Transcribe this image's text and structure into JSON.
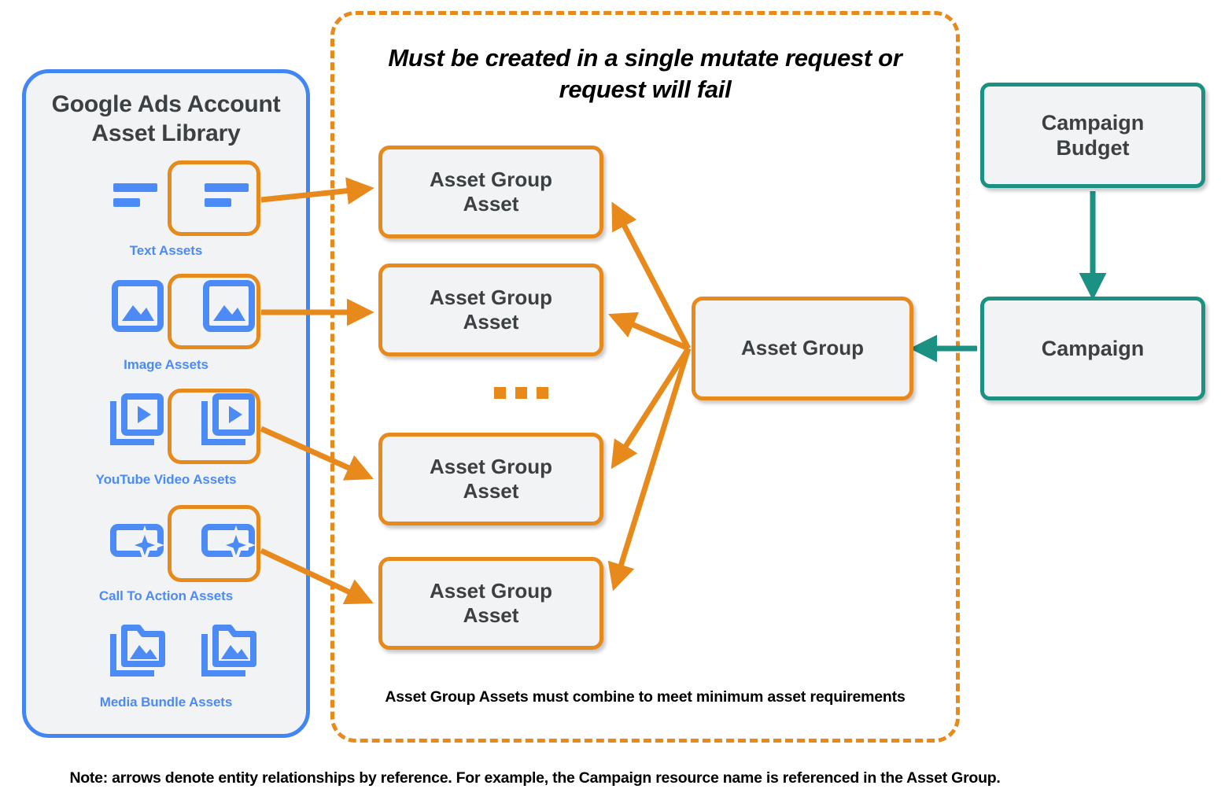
{
  "colors": {
    "orange": "#e8891c",
    "teal": "#1a9183",
    "blue": "#4285f4",
    "icon_blue": "#4c8bf5",
    "box_fill": "#f1f3f4",
    "text_dark": "#3c4043"
  },
  "library": {
    "title": "Google Ads Account\nAsset Library",
    "rows": [
      {
        "label": "Text Assets",
        "icon": "text-lines-icon",
        "highlighted": true
      },
      {
        "label": "Image Assets",
        "icon": "image-icon",
        "highlighted": true
      },
      {
        "label": "YouTube Video  Assets",
        "icon": "video-stack-icon",
        "highlighted": true
      },
      {
        "label": "Call To Action Assets",
        "icon": "cta-sparkle-icon",
        "highlighted": true
      },
      {
        "label": "Media Bundle  Assets",
        "icon": "media-bundle-icon",
        "highlighted": false
      }
    ]
  },
  "mutate_zone": {
    "heading": "Must be created in a single mutate request\nor request will fail",
    "caption": "Asset Group Assets must combine to meet minimum asset requirements",
    "ellipsis": "...",
    "asset_group_assets": [
      {
        "label": "Asset Group\nAsset"
      },
      {
        "label": "Asset Group\nAsset"
      },
      {
        "label": "Asset Group\nAsset"
      },
      {
        "label": "Asset Group\nAsset"
      }
    ]
  },
  "nodes": {
    "asset_group": "Asset Group",
    "campaign_budget": "Campaign\nBudget",
    "campaign": "Campaign"
  },
  "footer": {
    "note": "Note: arrows denote entity relationships by reference. For example, the Campaign resource name is referenced in the Asset Group."
  }
}
